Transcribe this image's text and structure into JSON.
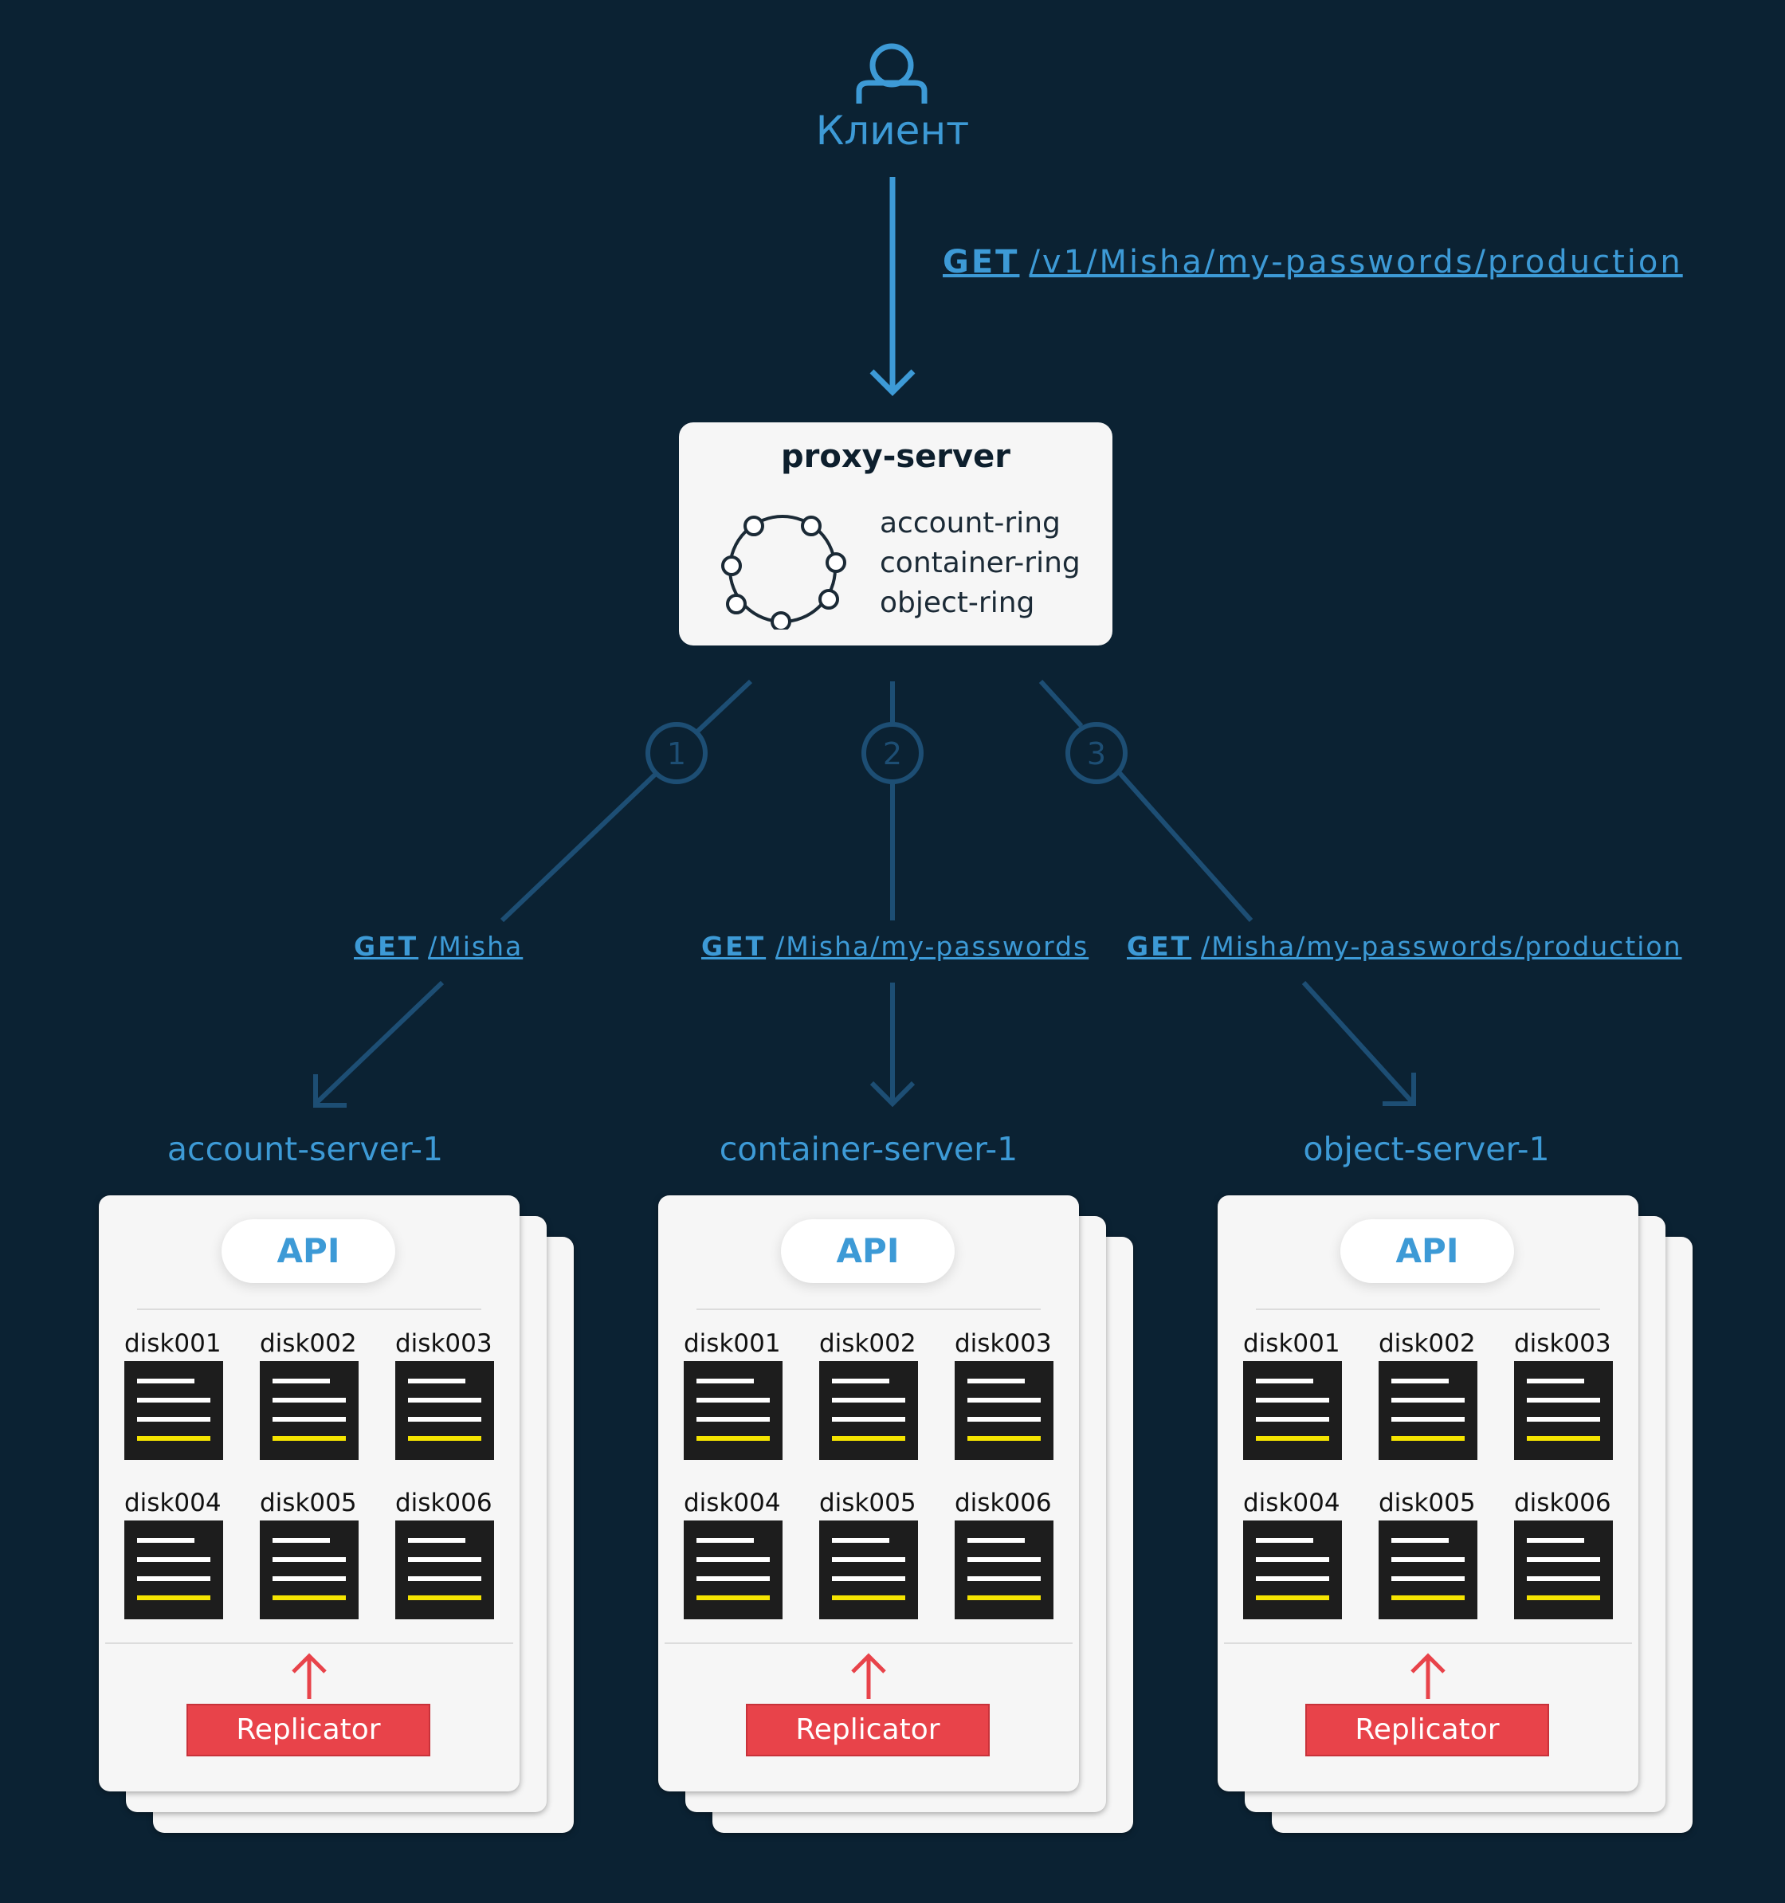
{
  "client": {
    "label": "Клиент",
    "icon": "user-icon"
  },
  "main_request": {
    "method": "GET",
    "path": "/v1/Misha/my-passwords/production"
  },
  "proxy": {
    "title": "proxy-server",
    "rings": [
      "account-ring",
      "container-ring",
      "object-ring"
    ],
    "icon": "ring-icon"
  },
  "steps": [
    {
      "number": "1",
      "method": "GET",
      "path": "/Misha"
    },
    {
      "number": "2",
      "method": "GET",
      "path": "/Misha/my-passwords"
    },
    {
      "number": "3",
      "method": "GET",
      "path": "/Misha/my-passwords/production"
    }
  ],
  "servers": [
    {
      "title": "account-server-1",
      "api": "API",
      "replicator": "Replicator",
      "disks": [
        "disk001",
        "disk002",
        "disk003",
        "disk004",
        "disk005",
        "disk006"
      ]
    },
    {
      "title": "container-server-1",
      "api": "API",
      "replicator": "Replicator",
      "disks": [
        "disk001",
        "disk002",
        "disk003",
        "disk004",
        "disk005",
        "disk006"
      ]
    },
    {
      "title": "object-server-1",
      "api": "API",
      "replicator": "Replicator",
      "disks": [
        "disk001",
        "disk002",
        "disk003",
        "disk004",
        "disk005",
        "disk006"
      ]
    }
  ],
  "colors": {
    "background": "#0b2233",
    "accent_blue": "#3d9ad6",
    "line_blue": "#1d4e74",
    "replicator_red": "#e8434a",
    "disk_highlight": "#f5e400"
  }
}
